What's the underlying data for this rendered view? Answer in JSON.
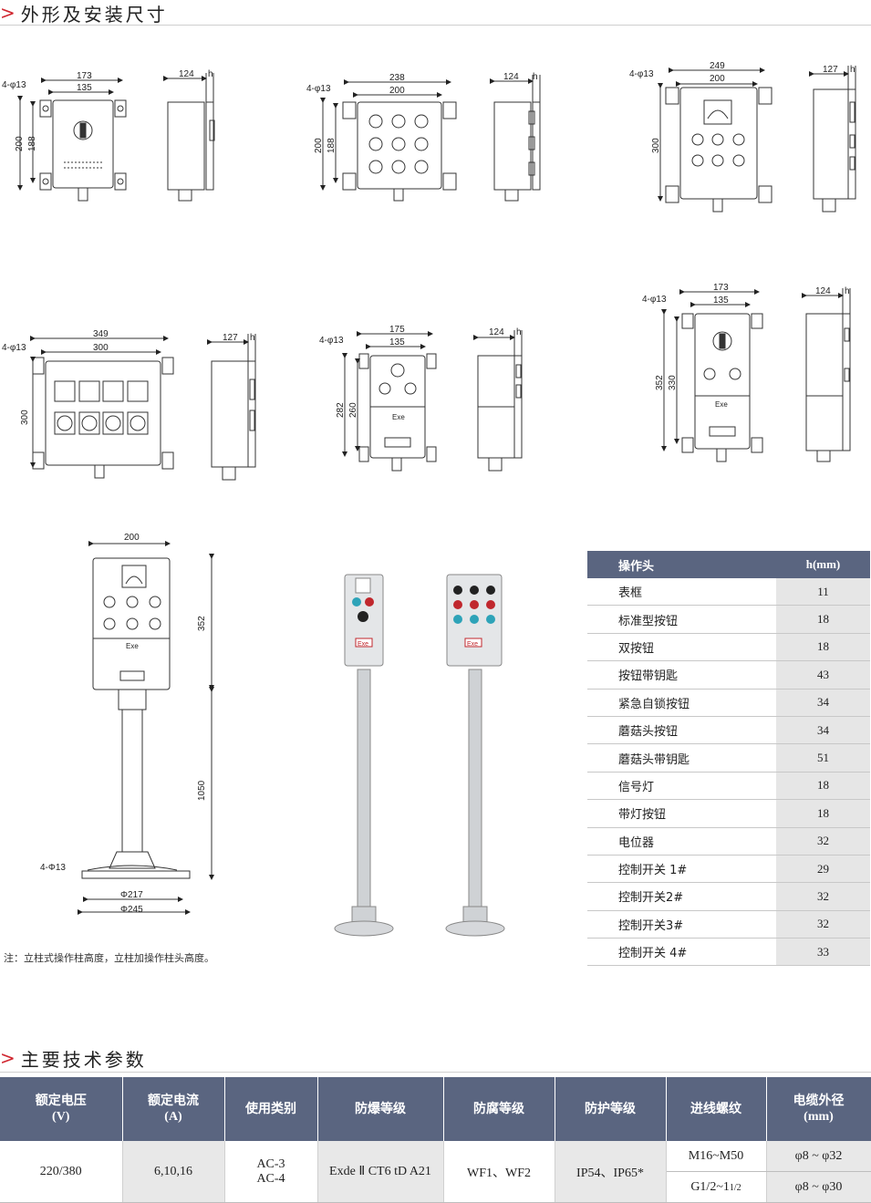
{
  "section1": {
    "arrow": ">",
    "title": "外形及安装尺寸"
  },
  "section2": {
    "arrow": ">",
    "title": "主要技术参数"
  },
  "drawings": {
    "d1": {
      "mount": "4-φ13",
      "w1": "173",
      "w2": "135",
      "h1": "200",
      "h2": "188",
      "sw": "124",
      "sh": "h"
    },
    "d2": {
      "mount": "4-φ13",
      "w1": "238",
      "w2": "200",
      "h1": "200",
      "h2": "188",
      "sw": "124",
      "sh": "h"
    },
    "d3": {
      "mount": "4-φ13",
      "w1": "249",
      "w2": "200",
      "h1": "300",
      "sw": "127",
      "sh": "h"
    },
    "d4": {
      "mount": "4-φ13",
      "w1": "349",
      "w2": "300",
      "h1": "300",
      "sw": "127",
      "sh": "h"
    },
    "d5": {
      "mount": "4-φ13",
      "w1": "175",
      "w2": "135",
      "h1": "282",
      "h2": "260",
      "sw": "124",
      "sh": "h",
      "label": "Exe"
    },
    "d6": {
      "mount": "4-φ13",
      "w1": "173",
      "w2": "135",
      "h1": "352",
      "h2": "330",
      "sw": "124",
      "sh": "h",
      "label": "Exe"
    },
    "d7": {
      "w": "200",
      "h1": "352",
      "h2": "1050",
      "mount": "4-Φ13",
      "base1": "Φ217",
      "base2": "Φ245",
      "label": "Exe"
    }
  },
  "photo_labels": {
    "p1": "Exe",
    "p2": "Exe"
  },
  "h_table": {
    "header": [
      "操作头",
      "h(mm)"
    ],
    "rows": [
      {
        "name": "表框",
        "h": "11"
      },
      {
        "name": "标准型按钮",
        "h": "18"
      },
      {
        "name": "双按钮",
        "h": "18"
      },
      {
        "name": "按钮带钥匙",
        "h": "43"
      },
      {
        "name": "紧急自锁按钮",
        "h": "34"
      },
      {
        "name": "蘑菇头按钮",
        "h": "34"
      },
      {
        "name": "蘑菇头带钥匙",
        "h": "51"
      },
      {
        "name": "信号灯",
        "h": "18"
      },
      {
        "name": "带灯按钮",
        "h": "18"
      },
      {
        "name": "电位器",
        "h": "32"
      },
      {
        "name": "控制开关 1#",
        "h": "29"
      },
      {
        "name": "控制开关2#",
        "h": "32"
      },
      {
        "name": "控制开关3#",
        "h": "32"
      },
      {
        "name": "控制开关 4#",
        "h": "33"
      }
    ]
  },
  "note": "注：立柱式操作柱高度，立柱加操作柱头高度。",
  "params": {
    "headers": [
      {
        "l1": "额定电压",
        "l2": "(V)"
      },
      {
        "l1": "额定电流",
        "l2": "(A)"
      },
      {
        "l1": "使用类别",
        "l2": ""
      },
      {
        "l1": "防爆等级",
        "l2": ""
      },
      {
        "l1": "防腐等级",
        "l2": ""
      },
      {
        "l1": "防护等级",
        "l2": ""
      },
      {
        "l1": "进线螺纹",
        "l2": ""
      },
      {
        "l1": "电缆外径",
        "l2": "(mm)"
      }
    ],
    "voltage": "220/380",
    "current": "6,10,16",
    "category1": "AC-3",
    "category2": "AC-4",
    "explosion": "Exde Ⅱ CT6 tD A21",
    "corrosion": "WF1、WF2",
    "protection": "IP54、IP65*",
    "thread1": "M16~M50",
    "thread2": "G1/2~1",
    "thread2_sub": "1/2",
    "cable1": "φ8 ~ φ32",
    "cable2": "φ8 ~ φ30"
  },
  "colors": {
    "header_bg": "#5a6580",
    "arrow": "#d0262f",
    "cell_alt": "#e6e6e6"
  }
}
